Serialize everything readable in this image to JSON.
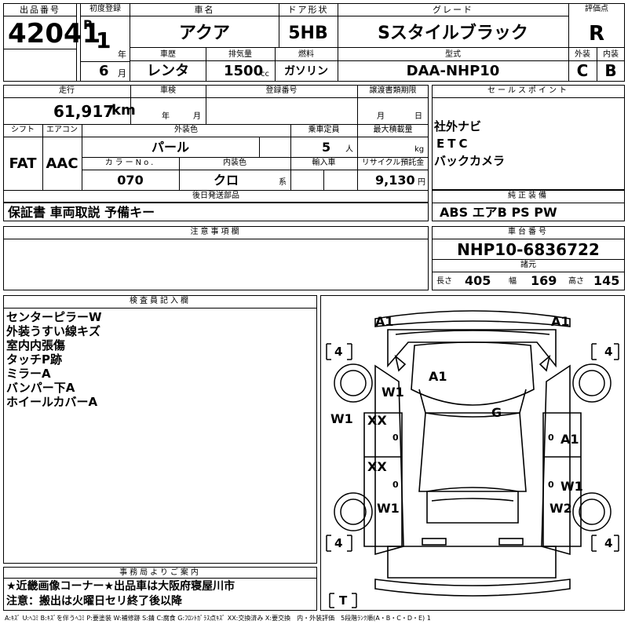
{
  "lot": {
    "label": "出品番号",
    "value": "42041"
  },
  "first_reg": {
    "label": "初度登録",
    "era": "R",
    "year": "1",
    "year_unit": "年",
    "month": "6",
    "month_unit": "月"
  },
  "car_name": {
    "label": "車名",
    "value": "アクア"
  },
  "door": {
    "label": "ドア形状",
    "value": "5HB"
  },
  "grade": {
    "label": "グレード",
    "value": "Sスタイルブラック"
  },
  "score": {
    "label": "評価点",
    "value": "R",
    "ext_label": "外装",
    "ext_value": "C",
    "int_label": "内装",
    "int_value": "B"
  },
  "history": {
    "label": "車歴",
    "value": "レンタ"
  },
  "displacement": {
    "label": "排気量",
    "value": "1500",
    "unit": "cc"
  },
  "fuel": {
    "label": "燃料",
    "value": "ガソリン"
  },
  "model": {
    "label": "型式",
    "value": "DAA-NHP10"
  },
  "mileage": {
    "label": "走行",
    "value": "61,917",
    "unit": "km"
  },
  "inspection": {
    "label": "車検",
    "year_unit": "年",
    "month_unit": "月"
  },
  "registration": {
    "label": "登録番号"
  },
  "transfer": {
    "label": "譲渡書類期限",
    "month_unit": "月",
    "day_unit": "日"
  },
  "shift": {
    "label": "シフト",
    "value": "FAT"
  },
  "aircon": {
    "label": "エアコン",
    "value": "AAC"
  },
  "ext_color": {
    "label": "外装色",
    "value": "パール"
  },
  "capacity": {
    "label": "乗車定員",
    "value": "5",
    "unit": "人"
  },
  "max_load": {
    "label": "最大積載量",
    "unit": "kg"
  },
  "color_no": {
    "label": "カラーNo.",
    "value": "070"
  },
  "int_color": {
    "label": "内装色",
    "value": "クロ",
    "unit": "系"
  },
  "import": {
    "label": "輸入車"
  },
  "recycle": {
    "label": "リサイクル預託金",
    "value": "9,130",
    "unit": "円"
  },
  "sales": {
    "label": "セールスポイント",
    "items": [
      "社外ナビ",
      "ETC",
      "バックカメラ"
    ]
  },
  "later": {
    "label": "後日発送部品",
    "value": "保証書 車両取説 予備キー"
  },
  "standard": {
    "label": "純正装備",
    "value": "ABS エアB PS PW"
  },
  "notes": {
    "label": "注意事項欄"
  },
  "chassis": {
    "label": "車台番号",
    "value": "NHP10-6836722"
  },
  "dims": {
    "label": "諸元",
    "len_label": "長さ",
    "len": "405",
    "wid_label": "幅",
    "wid": "169",
    "hei_label": "高さ",
    "hei": "145"
  },
  "inspector": {
    "label": "検査員記入欄",
    "lines": [
      "センターピラーW",
      "外装うすい線キズ",
      "室内内張傷",
      "タッチP跡",
      "ミラーA",
      "バンパー下A",
      "ホイールカバーA"
    ]
  },
  "office": {
    "label": "事務局よりご案内",
    "lines": [
      "★近畿画像コーナー★出品車は大阪府寝屋川市",
      "注意：搬出は火曜日セリ終了後以降"
    ]
  },
  "diagram": {
    "marks": [
      "A1",
      "A1",
      "A1",
      "W1",
      "G",
      "W1",
      "XX",
      "XX",
      "A1",
      "W1",
      "W1",
      "W2"
    ],
    "tires": [
      "4",
      "4",
      "4",
      "4",
      "T"
    ],
    "zero_marks": [
      "0",
      "0",
      "0",
      "0"
    ]
  },
  "legend": "A:ｷｽﾞ U:ﾍｺﾐ B:ｷｽﾞを伴うﾍｺﾐ P:要塗装 W:補修跡 S:錆 C:腐食 G:ﾌﾛﾝﾄｶﾞﾗｽ点ｷｽﾞ XX:交換済み X:要交換　内・外装評価　5段階ﾗﾝｸ順(A・B・C・D・E) 1"
}
